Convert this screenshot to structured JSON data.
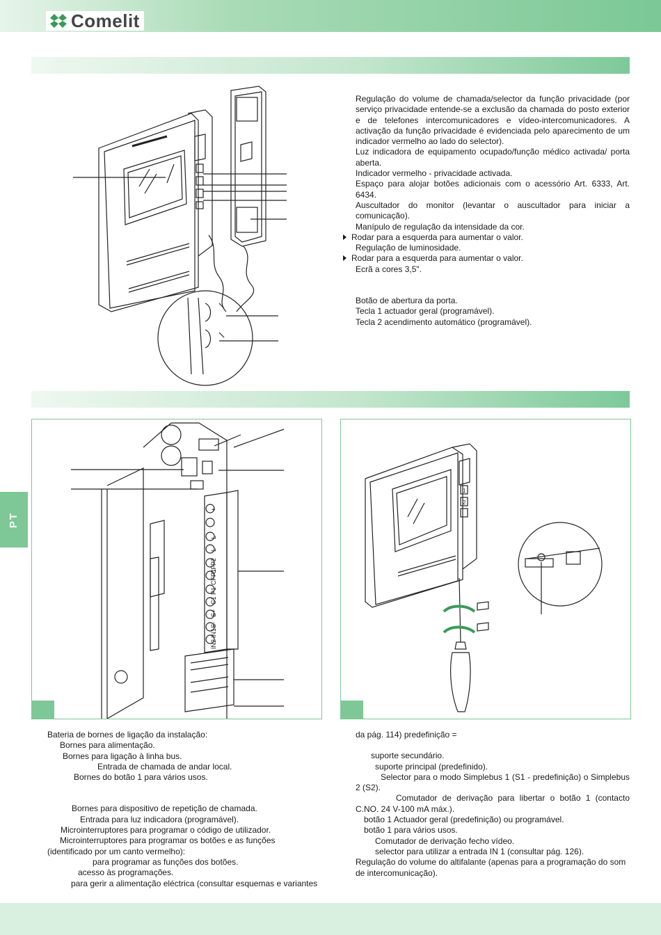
{
  "header": {
    "brand": "Comelit",
    "brand_mark": "comelit-chevron-logo"
  },
  "side_tab": {
    "label": "PT"
  },
  "top_description": {
    "lines": [
      {
        "text": "Regulação do volume de chamada/selector da função privacidade (por serviço privacidade entende-se a exclusão da chamada do posto exterior e de telefones intercomunicadores e vídeo-intercomunicadores. A activação da função privacidade é evidenciada pelo aparecimento de um indicador vermelho ao lado do selector).",
        "arrow": false
      },
      {
        "text": "Luz indicadora de equipamento ocupado/função médico activada/ porta aberta.",
        "arrow": false
      },
      {
        "text": "Indicador vermelho - privacidade activada.",
        "arrow": false
      },
      {
        "text": "Espaço para alojar botões adicionais com o acessório Art. 6333, Art. 6434.",
        "arrow": false
      },
      {
        "text": "Auscultador do monitor (levantar o auscultador para iniciar a comunicação).",
        "arrow": false
      },
      {
        "text": "Manípulo de regulação da intensidade da cor.",
        "arrow": false
      },
      {
        "text": "Rodar para a esquerda para aumentar o valor.",
        "arrow": true
      },
      {
        "text": "Regulação de luminosidade.",
        "arrow": false
      },
      {
        "text": "Rodar para a esquerda para aumentar o valor.",
        "arrow": true
      },
      {
        "text": "Ecrã a cores 3,5\".",
        "arrow": false
      }
    ],
    "buttons": [
      "Botão de abertura da porta.",
      "Tecla 1 actuador geral (programável).",
      "Tecla 2 acendimento automático (programável)."
    ]
  },
  "bottom_left": {
    "lines": [
      "Bateria de bornes de ligação da instalação:",
      "Bornes para alimentação.",
      "Bornes para ligação à linha bus.",
      "Entrada de chamada de andar local.",
      "Bornes do botão 1 para vários usos.",
      "",
      "",
      "Bornes para dispositivo de repetição de chamada.",
      "Entrada para luz indicadora (programável).",
      "Microinterruptores para programar o código de utilizador.",
      "Microinterruptores para programar os botões e as funções (identificado por um canto vermelho):",
      "para programar as funções dos botões.",
      "acesso às programações.",
      "para gerir a alimentação eléctrica (consultar esquemas e variantes"
    ]
  },
  "bottom_right": {
    "lines": [
      "da pág. 114) predefinição =",
      "",
      "suporte secundário.",
      "suporte principal (predefinido).",
      "Selector para o modo Simplebus 1 (S1 - predefinição) o Simplebus 2 (S2).",
      "Comutador de derivação para libertar o botão 1 (contacto C.NO. 24 V-100 mA máx.).",
      "botão 1 Actuador geral (predefinição) ou programável.",
      "botão 1 para vários usos.",
      "Comutador de derivação fecho vídeo.",
      "selector para utilizar a entrada IN 1 (consultar pág. 126).",
      "Regulação do volume do altifalante (apenas para a programação do som de intercomunicação)."
    ]
  },
  "terminal_labels": [
    "+",
    "-",
    "L",
    "L",
    "CFP2",
    "CFP1",
    "P1",
    "C1",
    "S+",
    "S-",
    "IN1",
    "IN2"
  ],
  "monitor_labels": {
    "btn1": "1",
    "btn2": "2"
  },
  "colors": {
    "brand_green": "#7dc896",
    "light_green": "#d9efe0"
  }
}
